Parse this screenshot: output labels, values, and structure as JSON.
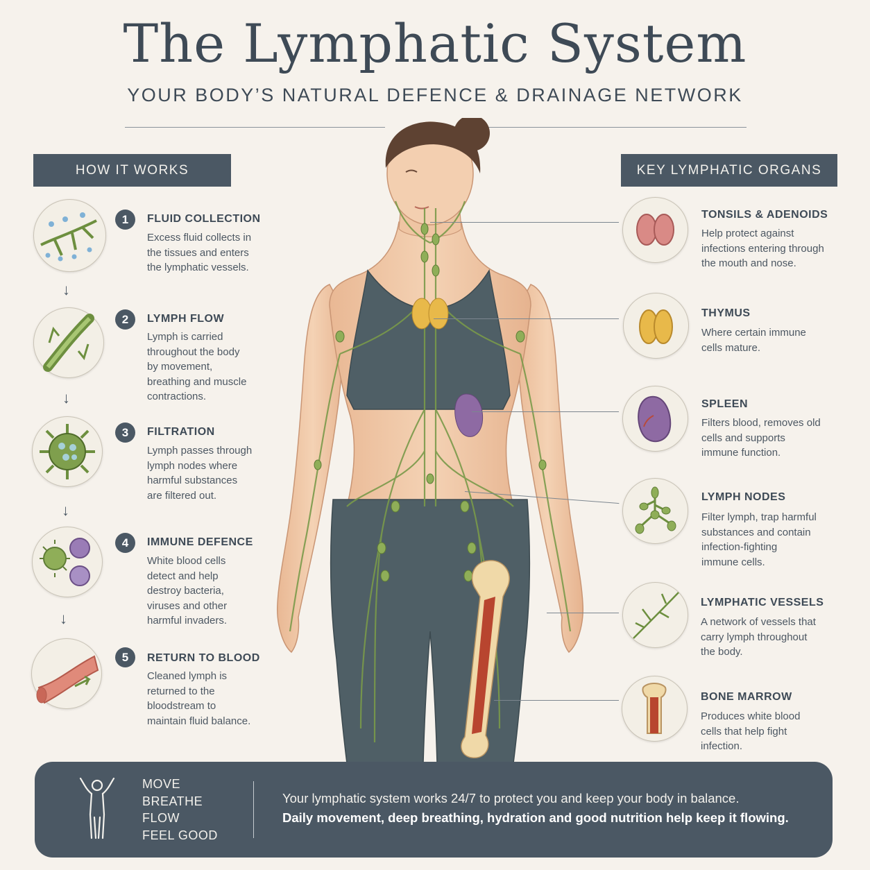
{
  "header": {
    "title": "The Lymphatic System",
    "subtitle": "YOUR BODY’S NATURAL DEFENCE & DRAINAGE NETWORK"
  },
  "how_it_works": {
    "heading": "HOW IT WORKS",
    "steps": [
      {
        "number": "1",
        "title": "FLUID COLLECTION",
        "lines": [
          "Excess fluid collects in",
          "the tissues and enters",
          "the lymphatic vessels."
        ],
        "icon": "fluid-droplets-icon"
      },
      {
        "number": "2",
        "title": "LYMPH FLOW",
        "lines": [
          "Lymph is carried",
          "throughout the body",
          "by movement,",
          "breathing and muscle",
          "contractions."
        ],
        "icon": "lymph-vessel-flow-icon"
      },
      {
        "number": "3",
        "title": "FILTRATION",
        "lines": [
          "Lymph passes through",
          "lymph nodes where",
          "harmful substances",
          "are filtered out."
        ],
        "icon": "lymph-node-filter-icon"
      },
      {
        "number": "4",
        "title": "IMMUNE DEFENCE",
        "lines": [
          "White blood cells",
          "detect and help",
          "destroy bacteria,",
          "viruses and other",
          "harmful invaders."
        ],
        "icon": "immune-cells-icon"
      },
      {
        "number": "5",
        "title": "RETURN TO BLOOD",
        "lines": [
          "Cleaned lymph is",
          "returned to the",
          "bloodstream to",
          "maintain fluid balance."
        ],
        "icon": "blood-vessel-icon"
      }
    ],
    "arrow_glyph": "↓"
  },
  "key_organs": {
    "heading": "KEY LYMPHATIC ORGANS",
    "organs": [
      {
        "title": "TONSILS & ADENOIDS",
        "lines": [
          "Help protect against",
          "infections entering through",
          "the mouth and nose."
        ],
        "icon": "tonsils-icon"
      },
      {
        "title": "THYMUS",
        "lines": [
          "Where certain immune",
          "cells mature."
        ],
        "icon": "thymus-icon"
      },
      {
        "title": "SPLEEN",
        "lines": [
          "Filters blood, removes old",
          "cells and supports",
          "immune function."
        ],
        "icon": "spleen-icon"
      },
      {
        "title": "LYMPH NODES",
        "lines": [
          "Filter lymph, trap harmful",
          "substances and contain",
          "infection-fighting",
          "immune cells."
        ],
        "icon": "lymph-nodes-icon"
      },
      {
        "title": "LYMPHATIC VESSELS",
        "lines": [
          "A network of vessels that",
          "carry lymph throughout",
          "the body."
        ],
        "icon": "lymphatic-vessels-icon"
      },
      {
        "title": "BONE MARROW",
        "lines": [
          "Produces white blood",
          "cells that help fight",
          "infection."
        ],
        "icon": "bone-marrow-icon"
      }
    ]
  },
  "footer": {
    "motto": [
      "MOVE",
      "BREATHE",
      "FLOW",
      "FEEL GOOD"
    ],
    "line1": "Your lymphatic system works 24/7 to protect you and keep your body in balance.",
    "line2": "Daily movement, deep breathing, hydration and good nutrition help keep it flowing.",
    "icon": "person-arms-raised-icon"
  },
  "colors": {
    "background": "#f6f2ec",
    "panel": "#4b5864",
    "lymph_green": "#7a9a4a",
    "thymus_yellow": "#e8b94a",
    "spleen_purple": "#8e6aa3",
    "skin": "#efc8a6",
    "clothing": "#4f5f66",
    "bone": "#f0d9a8",
    "marrow_red": "#b8452f"
  }
}
